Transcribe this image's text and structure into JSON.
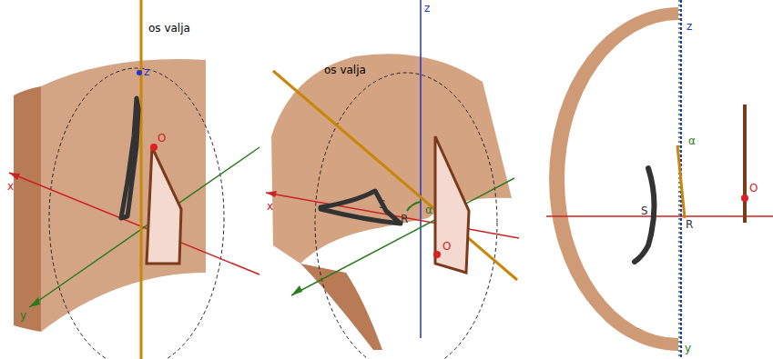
{
  "diagram": {
    "labels": [
      "os valja",
      "z",
      "O",
      "x",
      "y",
      "os valja",
      "z",
      "x",
      "S",
      "R",
      "α",
      "O",
      "z",
      "α",
      "S",
      "R",
      "O",
      "y"
    ]
  }
}
